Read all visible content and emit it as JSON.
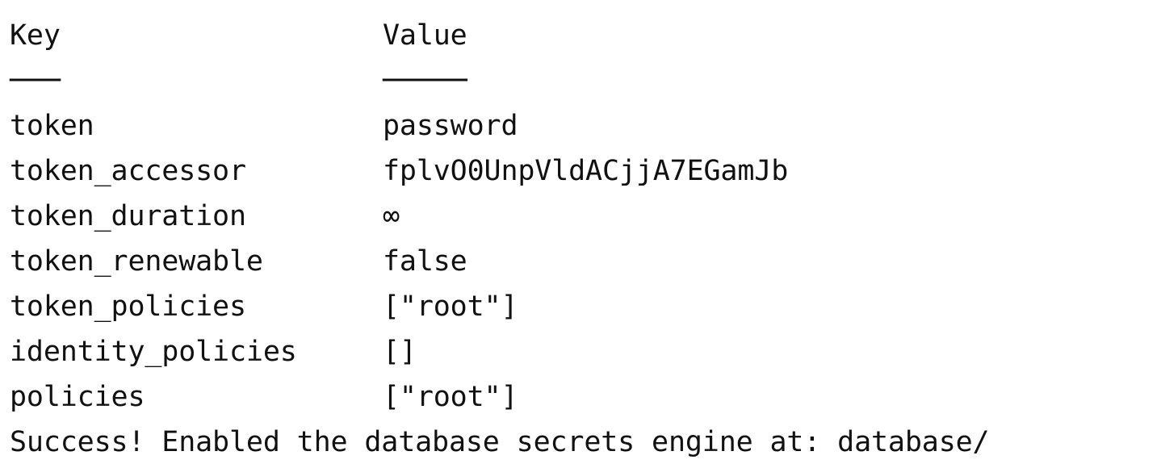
{
  "table": {
    "header": {
      "key": "Key",
      "value": "Value"
    },
    "separator": {
      "key": "───",
      "value": "─────"
    },
    "rows": [
      {
        "key": "token",
        "value": "password"
      },
      {
        "key": "token_accessor",
        "value": "fplvO0UnpVldACjjA7EGamJb"
      },
      {
        "key": "token_duration",
        "value": "∞"
      },
      {
        "key": "token_renewable",
        "value": "false"
      },
      {
        "key": "token_policies",
        "value": "[\"root\"]"
      },
      {
        "key": "identity_policies",
        "value": "[]"
      },
      {
        "key": "policies",
        "value": "[\"root\"]"
      }
    ]
  },
  "message": "Success! Enabled the database secrets engine at: database/"
}
